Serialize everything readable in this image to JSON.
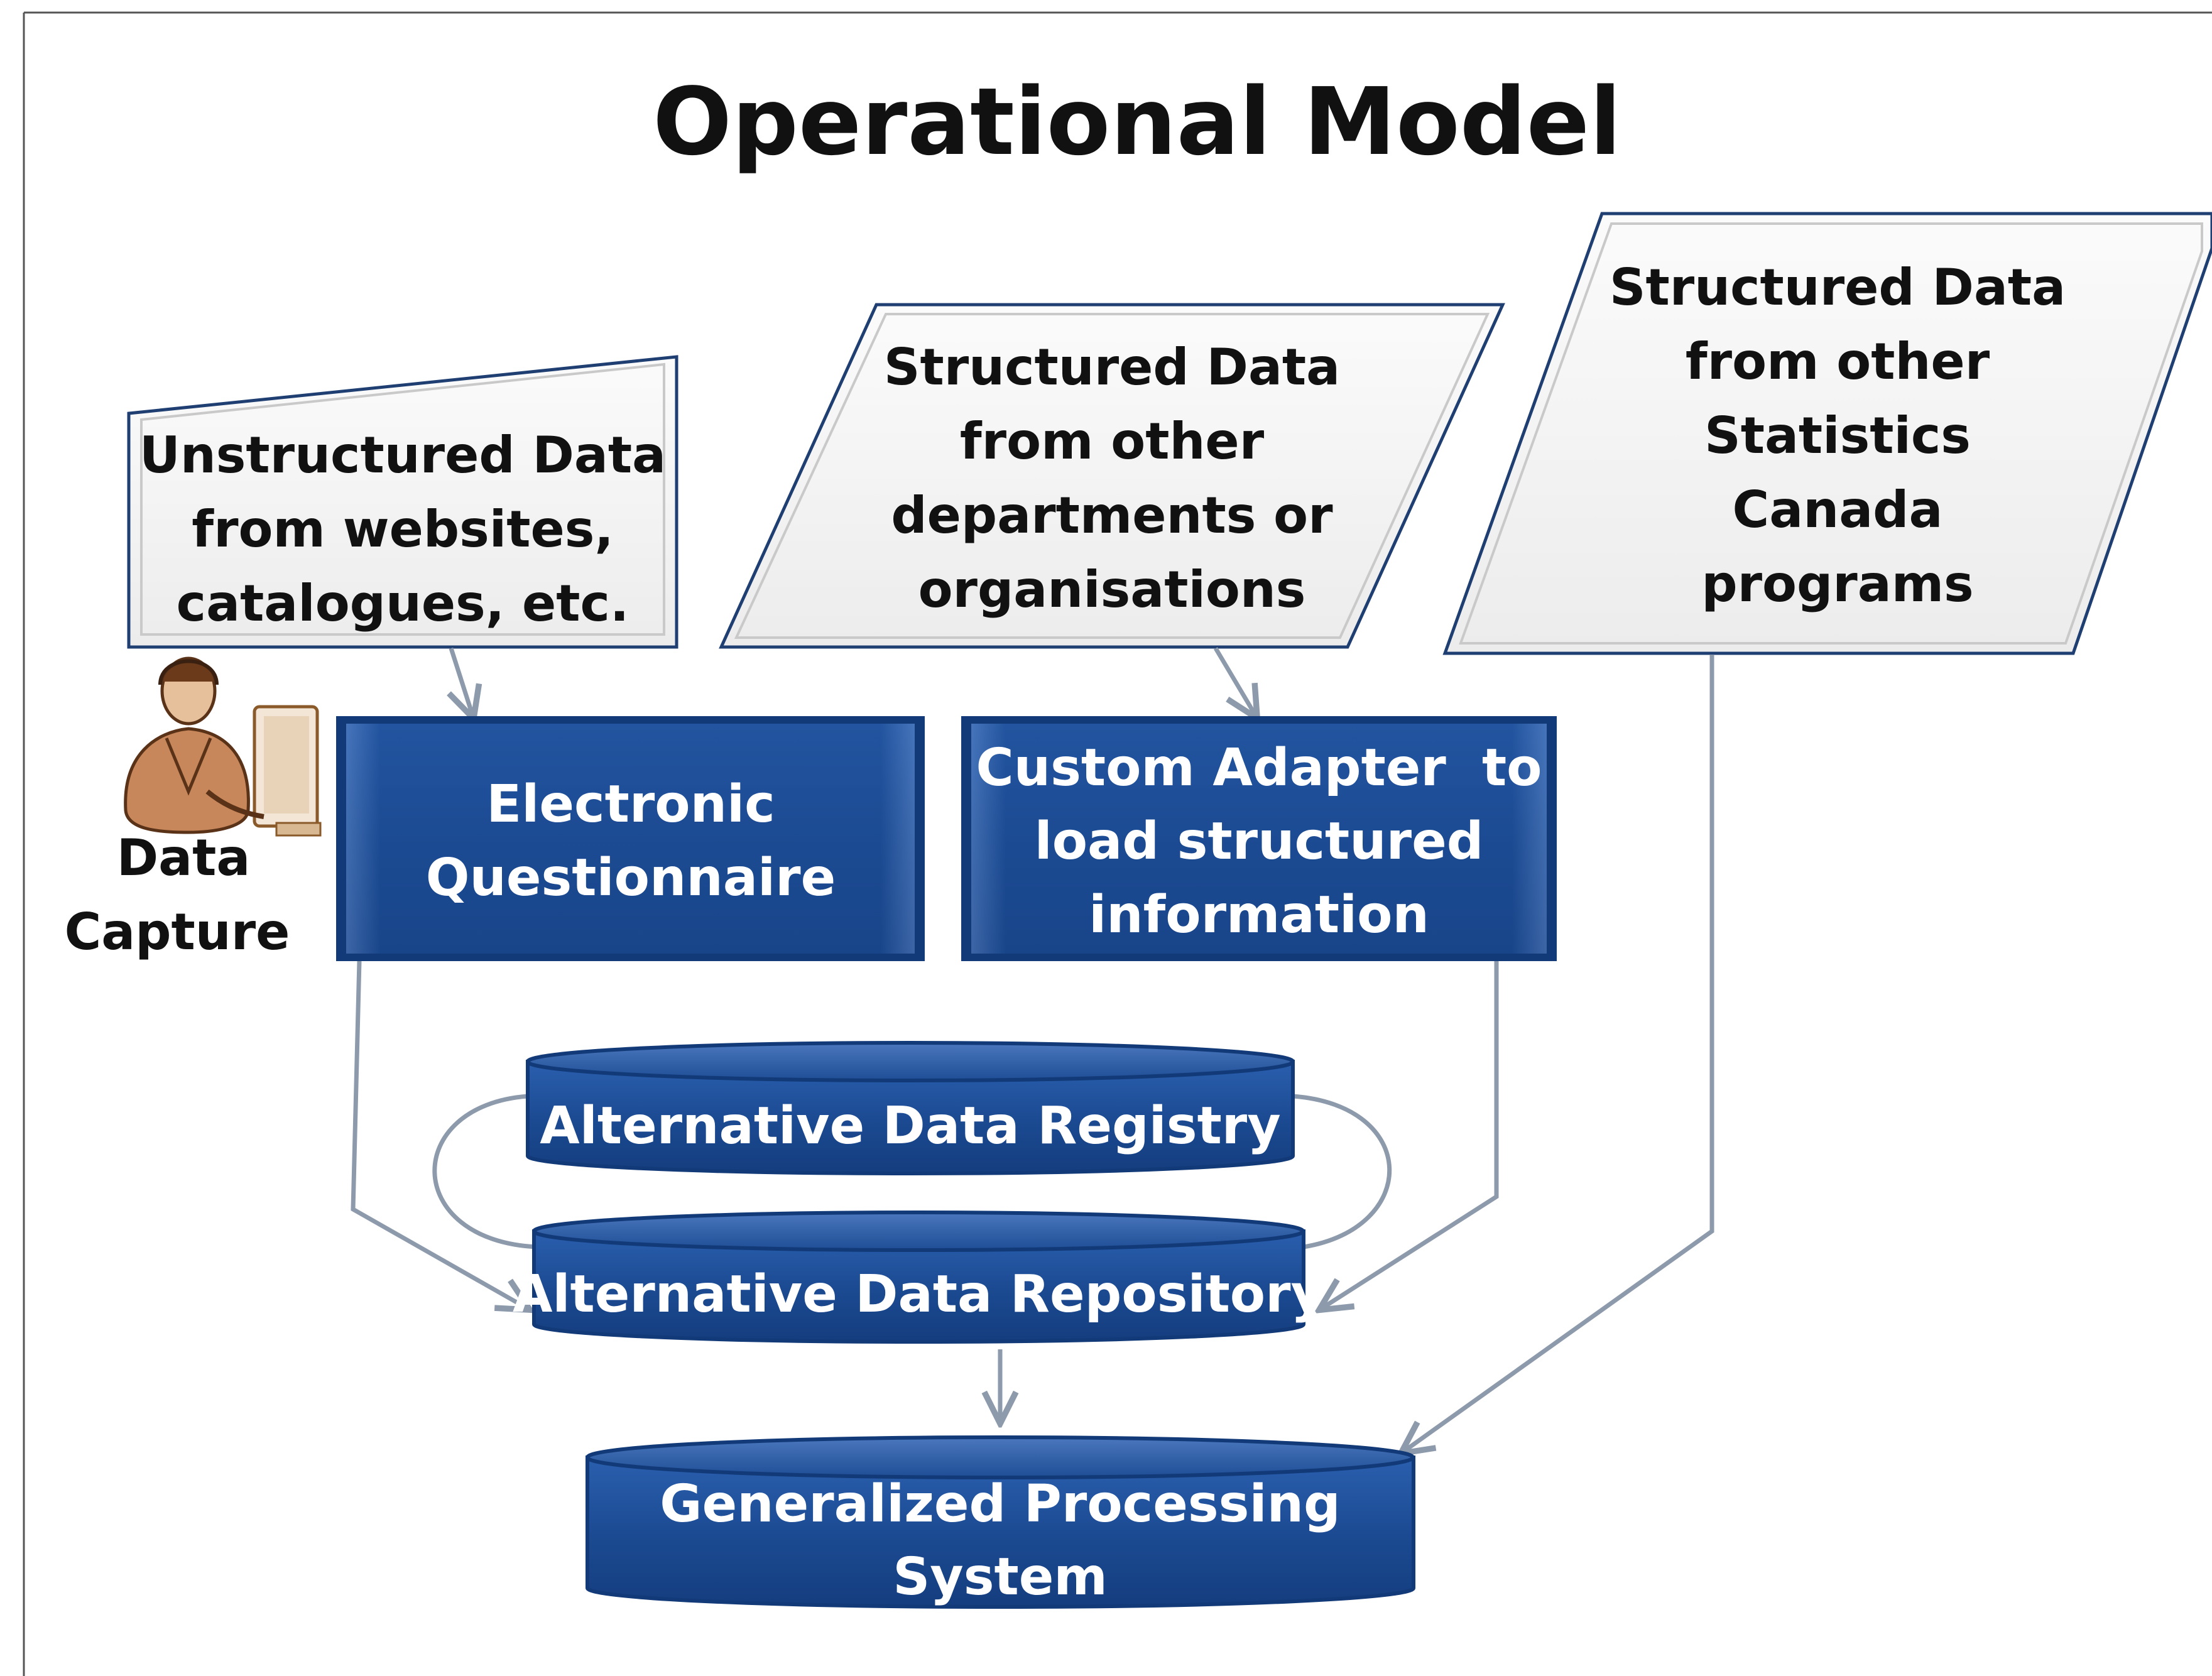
{
  "title": "Operational Model",
  "inputs": {
    "unstructured": [
      "Unstructured Data",
      "from websites,",
      "catalogues, etc."
    ],
    "structured_departments": [
      "Structured Data",
      "from other",
      "departments or",
      "organisations"
    ],
    "structured_statcan": [
      "Structured Data",
      "from other",
      "Statistics",
      "Canada",
      "programs"
    ]
  },
  "data_capture": {
    "label_line1": "Data",
    "label_line2": "Capture",
    "icon": "person-at-computer-icon"
  },
  "processes": {
    "questionnaire": [
      "Electronic",
      "Questionnaire"
    ],
    "adapter": [
      "Custom Adapter  to",
      "load structured",
      "information"
    ]
  },
  "databases": {
    "registry": "Alternative Data Registry",
    "repository": "Alternative Data Repository",
    "processing": [
      "Generalized Processing",
      "System"
    ]
  },
  "colors": {
    "box_fill": "#1f4e96",
    "box_fill_dark": "#123a78",
    "input_fill": "#f2f2f2",
    "input_stroke": "#1f3f73",
    "connector": "#8c9aac"
  }
}
